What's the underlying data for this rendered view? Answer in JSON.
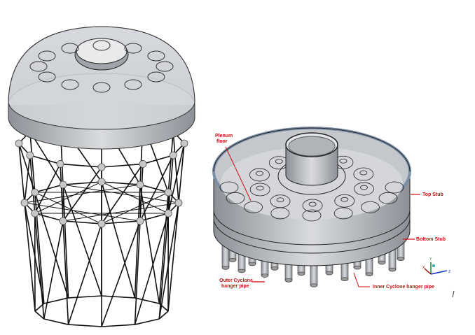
{
  "colors": {
    "label": "#d01010",
    "metal": "#b8bcc0",
    "rim": "#7a8ea8"
  },
  "labels": {
    "plenum_floor_line1": "Plenum",
    "plenum_floor_line2": "floor",
    "top_stub": "Top Stub",
    "bottom_stub": "Bottom Stub",
    "outer_line1": "Outer Cyclone",
    "outer_line2": "hanger pipe",
    "inner": "Inner Cyclone  hanger pipe"
  },
  "axes": {
    "x": "X",
    "y": "Y",
    "z": "Z"
  }
}
